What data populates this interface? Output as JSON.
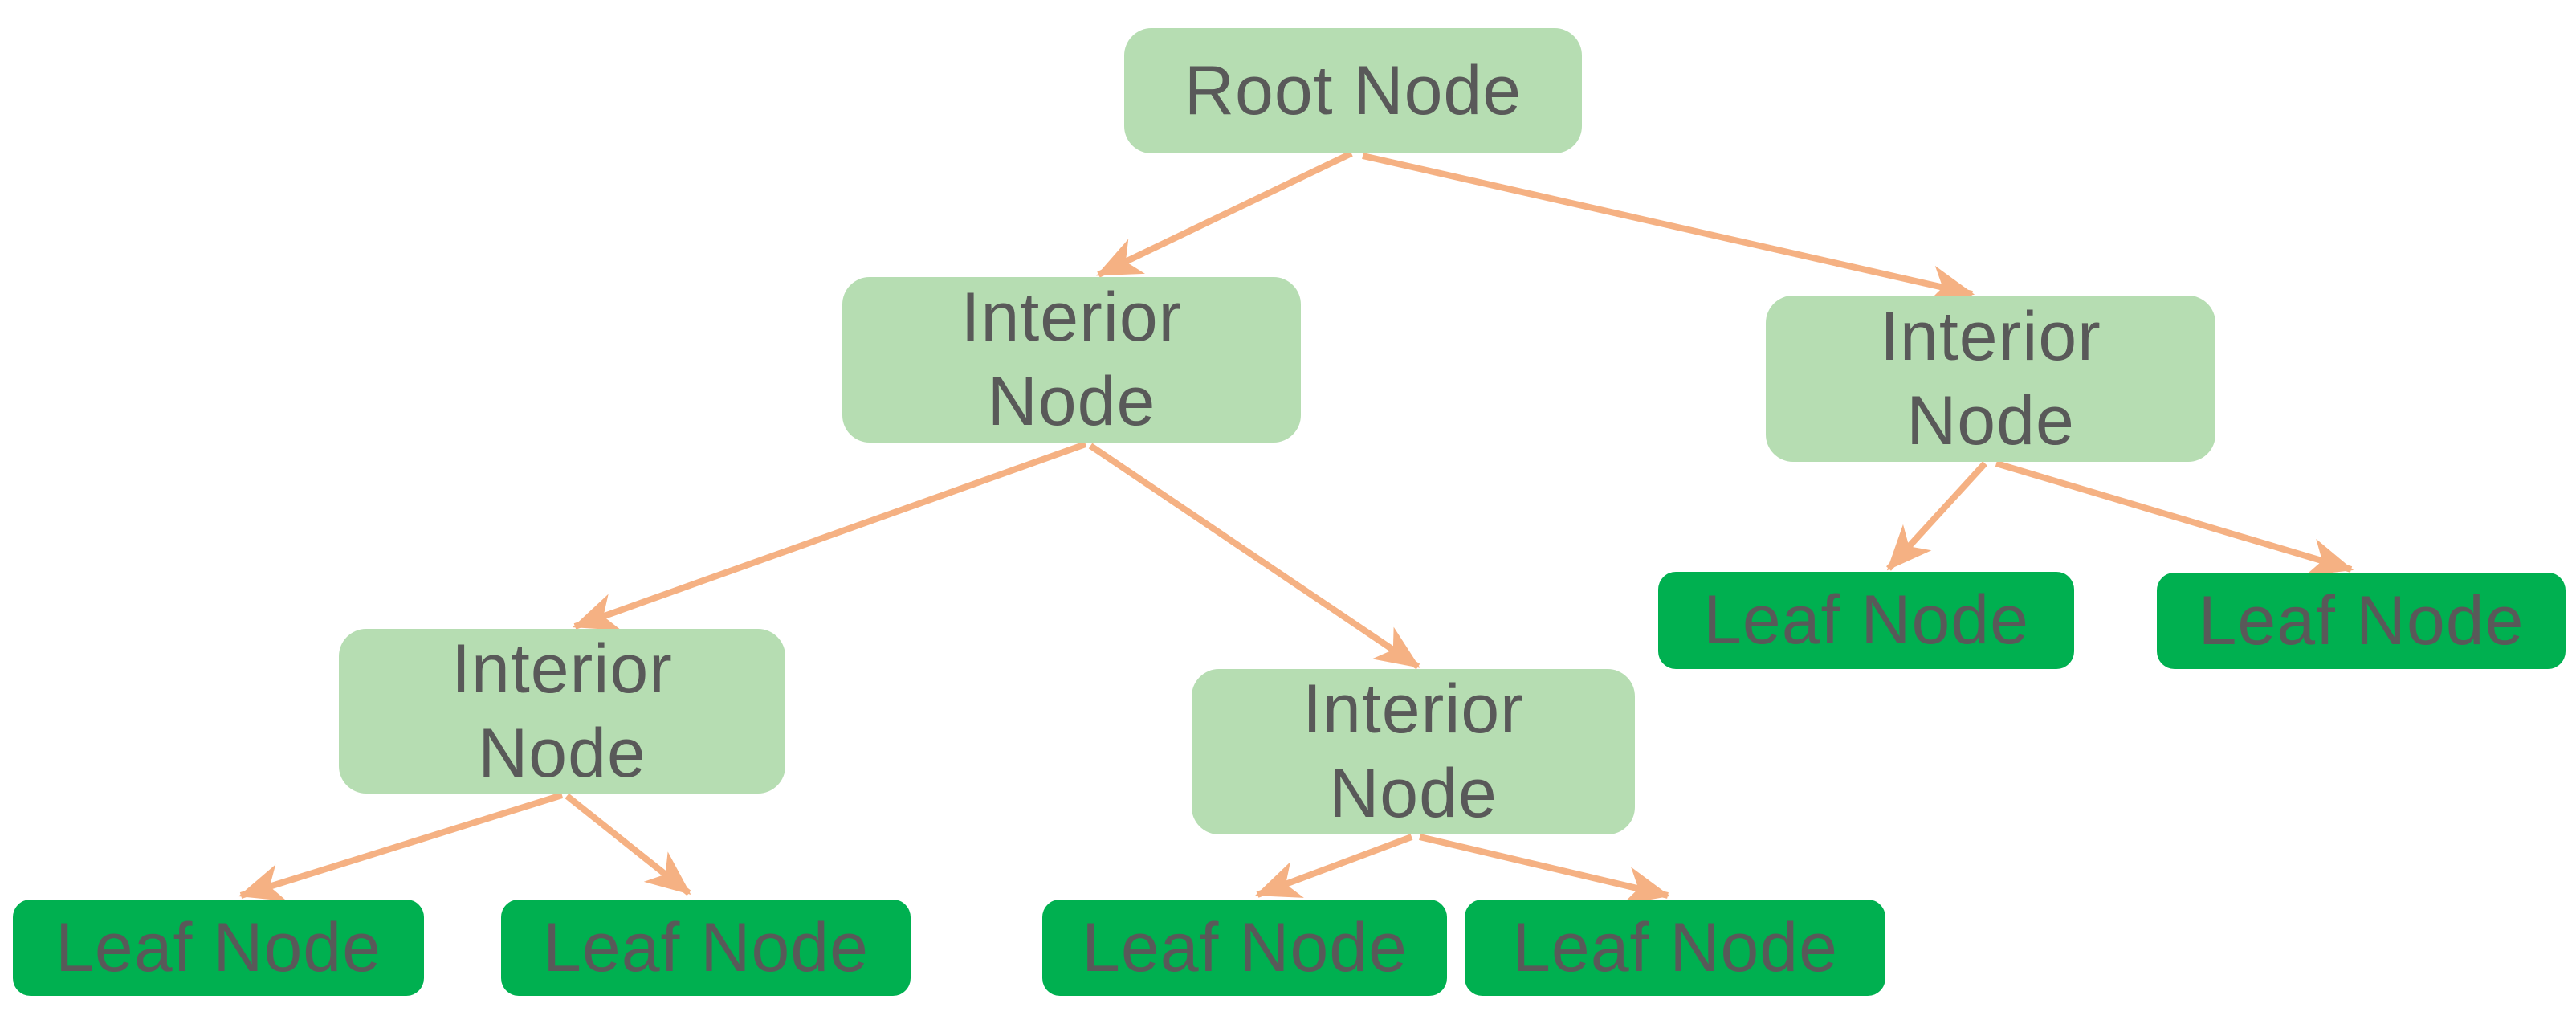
{
  "diagram": {
    "type": "tree",
    "colors": {
      "background": "#FFFFFF",
      "interior_fill": "#B6DDB2",
      "leaf_fill": "#00B050",
      "edge": "#F5B183",
      "text": "#595959"
    },
    "nodes": [
      {
        "id": "root",
        "kind": "interior",
        "lines": [
          "Root Node"
        ]
      },
      {
        "id": "interior-left",
        "kind": "interior",
        "lines": [
          "Interior",
          "Node"
        ]
      },
      {
        "id": "interior-right",
        "kind": "interior",
        "lines": [
          "Interior",
          "Node"
        ]
      },
      {
        "id": "interior-left-left",
        "kind": "interior",
        "lines": [
          "Interior",
          "Node"
        ]
      },
      {
        "id": "interior-left-center",
        "kind": "interior",
        "lines": [
          "Interior",
          "Node"
        ]
      },
      {
        "id": "leaf-right-1",
        "kind": "leaf",
        "lines": [
          "Leaf Node"
        ]
      },
      {
        "id": "leaf-right-2",
        "kind": "leaf",
        "lines": [
          "Leaf Node"
        ]
      },
      {
        "id": "leaf-bottom-1",
        "kind": "leaf",
        "lines": [
          "Leaf Node"
        ]
      },
      {
        "id": "leaf-bottom-2",
        "kind": "leaf",
        "lines": [
          "Leaf Node"
        ]
      },
      {
        "id": "leaf-bottom-3",
        "kind": "leaf",
        "lines": [
          "Leaf Node"
        ]
      },
      {
        "id": "leaf-bottom-4",
        "kind": "leaf",
        "lines": [
          "Leaf Node"
        ]
      }
    ],
    "edges": [
      {
        "from": "root",
        "to": "interior-left"
      },
      {
        "from": "root",
        "to": "interior-right"
      },
      {
        "from": "interior-left",
        "to": "interior-left-left"
      },
      {
        "from": "interior-left",
        "to": "interior-left-center"
      },
      {
        "from": "interior-left-left",
        "to": "leaf-bottom-1"
      },
      {
        "from": "interior-left-left",
        "to": "leaf-bottom-2"
      },
      {
        "from": "interior-left-center",
        "to": "leaf-bottom-3"
      },
      {
        "from": "interior-left-center",
        "to": "leaf-bottom-4"
      },
      {
        "from": "interior-right",
        "to": "leaf-right-1"
      },
      {
        "from": "interior-right",
        "to": "leaf-right-2"
      }
    ]
  }
}
